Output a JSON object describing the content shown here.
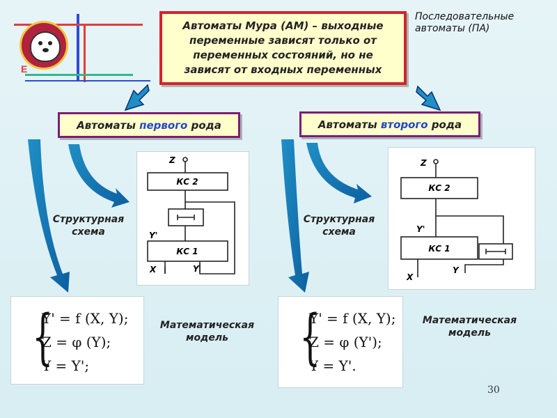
{
  "title_box": {
    "line1": "Автоматы Мура (АМ) – выходные",
    "line2": "переменные зависят только от",
    "line3": "переменных состояний, но не",
    "line4": "зависят от входных переменных"
  },
  "corner_text": {
    "line1": "Последовательные",
    "line2": "автоматы (ПА)"
  },
  "kind1": {
    "prefix": "Автоматы ",
    "highlight": "первого",
    "suffix": " рода"
  },
  "kind2": {
    "prefix": "Автоматы ",
    "highlight": "второго",
    "suffix": " рода"
  },
  "structural_label": {
    "line1": "Структурная",
    "line2": "схема"
  },
  "math_label": {
    "line1": "Математическая",
    "line2": "модель"
  },
  "diagram1": {
    "z": "Z",
    "top_block": "КС 2",
    "y_prime": "Y'",
    "bottom_block": "КС 1",
    "x": "X",
    "y": "Y"
  },
  "diagram2": {
    "z": "Z",
    "top_block": "КС 2",
    "y_prime": "Y'",
    "bottom_block": "КС 1",
    "x": "X",
    "y": "Y"
  },
  "equations1": [
    "Y' = f (X, Y);",
    "Z = φ (Y);",
    "Y = Y';"
  ],
  "equations2": [
    "Y' = f (X, Y);",
    "Z = φ (Y');",
    "Y = Y'."
  ],
  "page_number": "30",
  "colors": {
    "title_border": "#d3232a",
    "kind_border": "#7d1d73",
    "highlight": "#2247c8",
    "arrow": "#1f8fc6"
  }
}
